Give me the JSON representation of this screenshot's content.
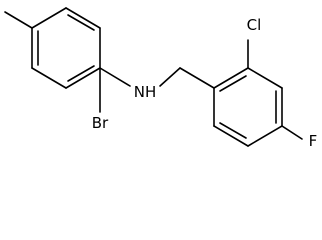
{
  "molecule": {
    "atoms": {
      "bromine": "Br",
      "amine": "NH",
      "chlorine": "Cl",
      "fluorine": "F"
    }
  }
}
